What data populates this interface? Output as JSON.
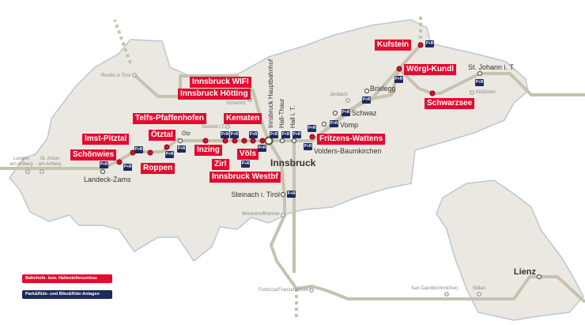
{
  "colors": {
    "region": "#ebe8e1",
    "border": "#b9c7d3",
    "rail": "#c6c2ae",
    "red": "#e30b2f",
    "navy": "#1c2a5e"
  },
  "red_labels": [
    "Kufstein",
    "Wörgl-Kundl",
    "Schwarzsee",
    "Fritzens-Wattens",
    "Innsbruck WIFI",
    "Innsbruck Hötting",
    "Telfs-Pfaffenhofen",
    "Kematen",
    "Inzing",
    "Zirl",
    "Völs",
    "Innsbruck Westbf",
    "Ötztal",
    "Imst-Pitztal",
    "Schönwies",
    "Roppen"
  ],
  "stations": {
    "st_johann": "St. Johann i. T.",
    "kitzbuehel": "Kitzbühel",
    "jenbach": "Jenbach",
    "brixlegg": "Brixlegg",
    "schwaz": "Schwaz",
    "vomp": "Vomp",
    "volders": "Volders-Baumkirchen",
    "hbf": "Innsbruck Hauptbahnhof",
    "hall_thaur": "Hall-Thaur",
    "hall": "Hall i. T.",
    "innsbruck": "Innsbruck",
    "scharnitz": "Scharnitz",
    "seefeld": "Seefeld i.T.",
    "oetz": "Ötz",
    "reutte": "Reutte in Tirol",
    "langen": "Langen am Arlberg",
    "st_anton": "St. Anton am Arlberg",
    "landeck": "Landeck-Zams",
    "steinach": "Steinach i. Tirol",
    "brenner": "Brennero/Brenner",
    "fortezza": "Fortezza/Franzensfeste",
    "san_candido": "San Candido/Innichen",
    "sillian": "Sillian",
    "lienz": "Lienz"
  },
  "pr_icon": "P+R",
  "legend": {
    "red": "Bahnhofs- bzw. Haltestellenumbau",
    "navy": "Park&Ride- und Bike&Ride-Anlagen"
  }
}
